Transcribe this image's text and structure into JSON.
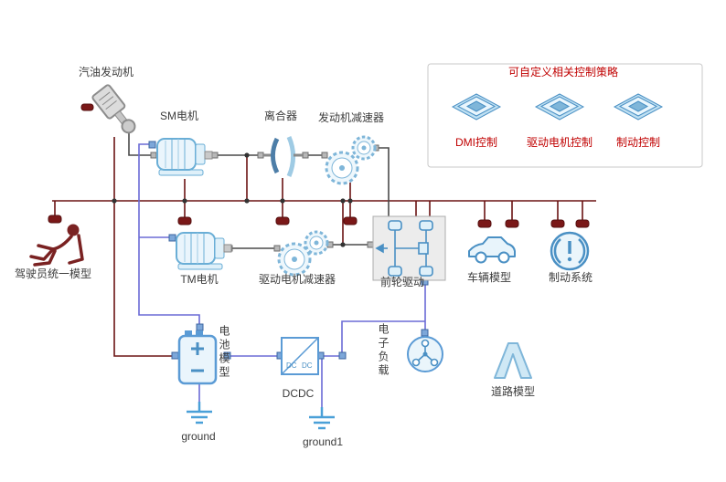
{
  "labels": {
    "engine": "汽油发动机",
    "sm_motor": "SM电机",
    "clutch": "离合器",
    "engine_reducer": "发动机减速器",
    "driver": "驾驶员统一模型",
    "tm_motor": "TM电机",
    "drive_motor_reducer": "驱动电机减速器",
    "front_wheel_drive": "前轮驱动",
    "vehicle": "车辆模型",
    "brake_system": "制动系统",
    "battery": "电池模型",
    "dcdc": "DCDC",
    "electronic_load": "电子负载",
    "road": "道路模型",
    "ground": "ground",
    "ground1": "ground1"
  },
  "control_panel": {
    "title": "可自定义相关控制策略",
    "items": [
      "DMI控制",
      "驱动电机控制",
      "制动控制"
    ]
  },
  "dcdc_block": {
    "top_text": "DC",
    "bottom_text": "DC"
  },
  "colors": {
    "signal_bus": "#6b1313",
    "mechanical": "#4a4a4a",
    "electrical": "#6b6bd6",
    "icon_blue": "#5b9bd5",
    "red_text": "#c00000"
  }
}
